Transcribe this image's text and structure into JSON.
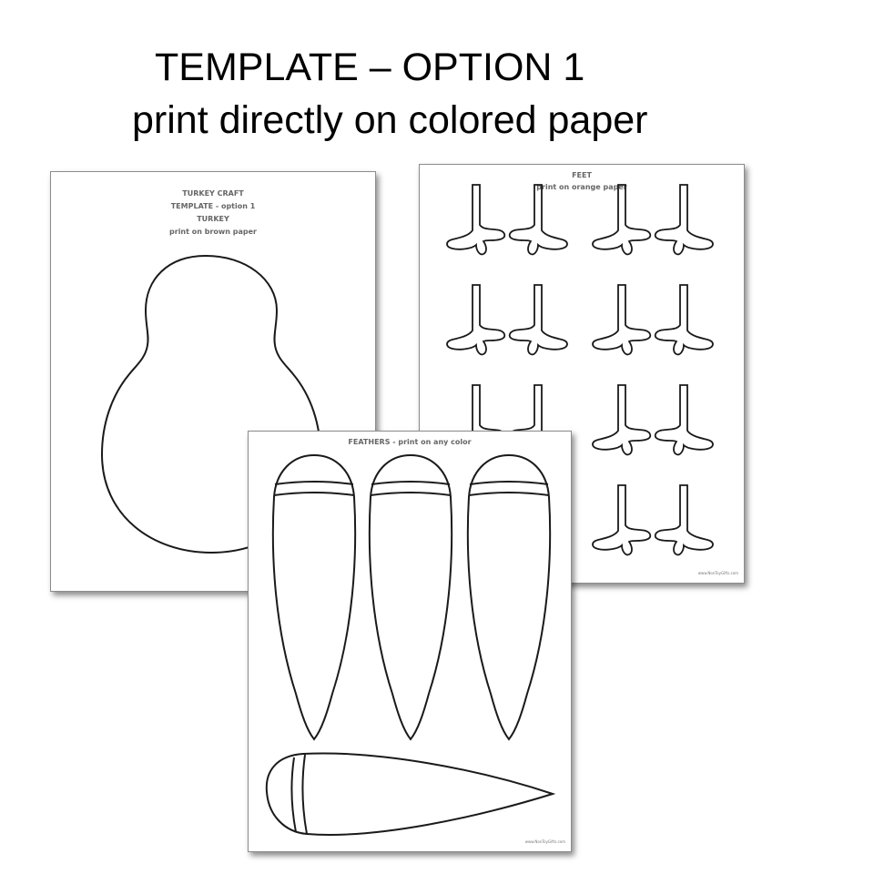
{
  "heading": {
    "line1": "TEMPLATE – OPTION 1",
    "line2": "print directly on colored paper"
  },
  "sheets": {
    "turkey": {
      "line1": "TURKEY CRAFT",
      "line2": "TEMPLATE - option 1",
      "line3": "TURKEY",
      "line4": "print on brown paper"
    },
    "feet": {
      "line1": "FEET",
      "line2": "print on orange paper",
      "url": "www.NonToyGifts.com"
    },
    "feathers": {
      "line1": "FEATHERS - print on any color",
      "url": "www.NonToyGifts.com"
    }
  },
  "colors": {
    "outline": "#1a1a1a",
    "sheet_border": "#8c8c8c",
    "background": "#ffffff"
  }
}
